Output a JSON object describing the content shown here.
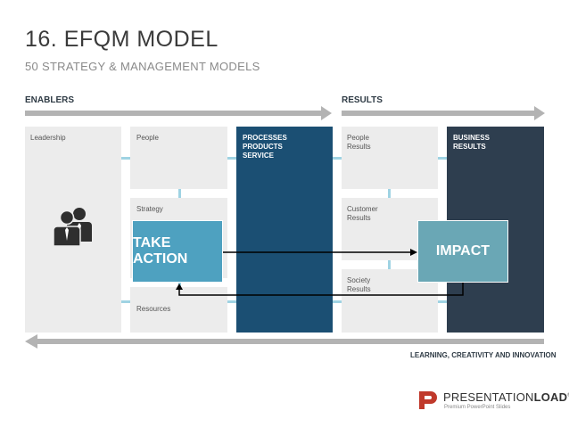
{
  "header": {
    "title": "16. EFQM MODEL",
    "subtitle": "50 STRATEGY & MANAGEMENT MODELS"
  },
  "sections": {
    "enablers": "ENABLERS",
    "results": "RESULTS"
  },
  "boxes": {
    "leadership": "Leadership",
    "people": "People",
    "strategy": "Strategy",
    "resources": "Resources",
    "processes": "PROCESSES\nPRODUCTS\nSERVICE",
    "people_results": "People\nResults",
    "customer_results": "Customer\nResults",
    "society_results": "Society\nResults",
    "business_results": "BUSINESS\nRESULTS"
  },
  "overlays": {
    "take_action": "TAKE ACTION",
    "impact": "IMPACT"
  },
  "footer": {
    "learning": "LEARNING, CREATIVITY AND INNOVATION"
  },
  "logo": {
    "name_light": "PRESENTATION",
    "name_bold": "LOAD",
    "tagline": "Premium PowerPoint Slides"
  },
  "colors": {
    "dark_blue": "#1b4f73",
    "dark_navy": "#2e3e4f",
    "action_blue": "#4ea1c0",
    "impact_teal": "#6aa7b5",
    "box_grey": "#ececec",
    "arrow_grey": "#b3b3b3",
    "logo_red": "#c0392b"
  }
}
